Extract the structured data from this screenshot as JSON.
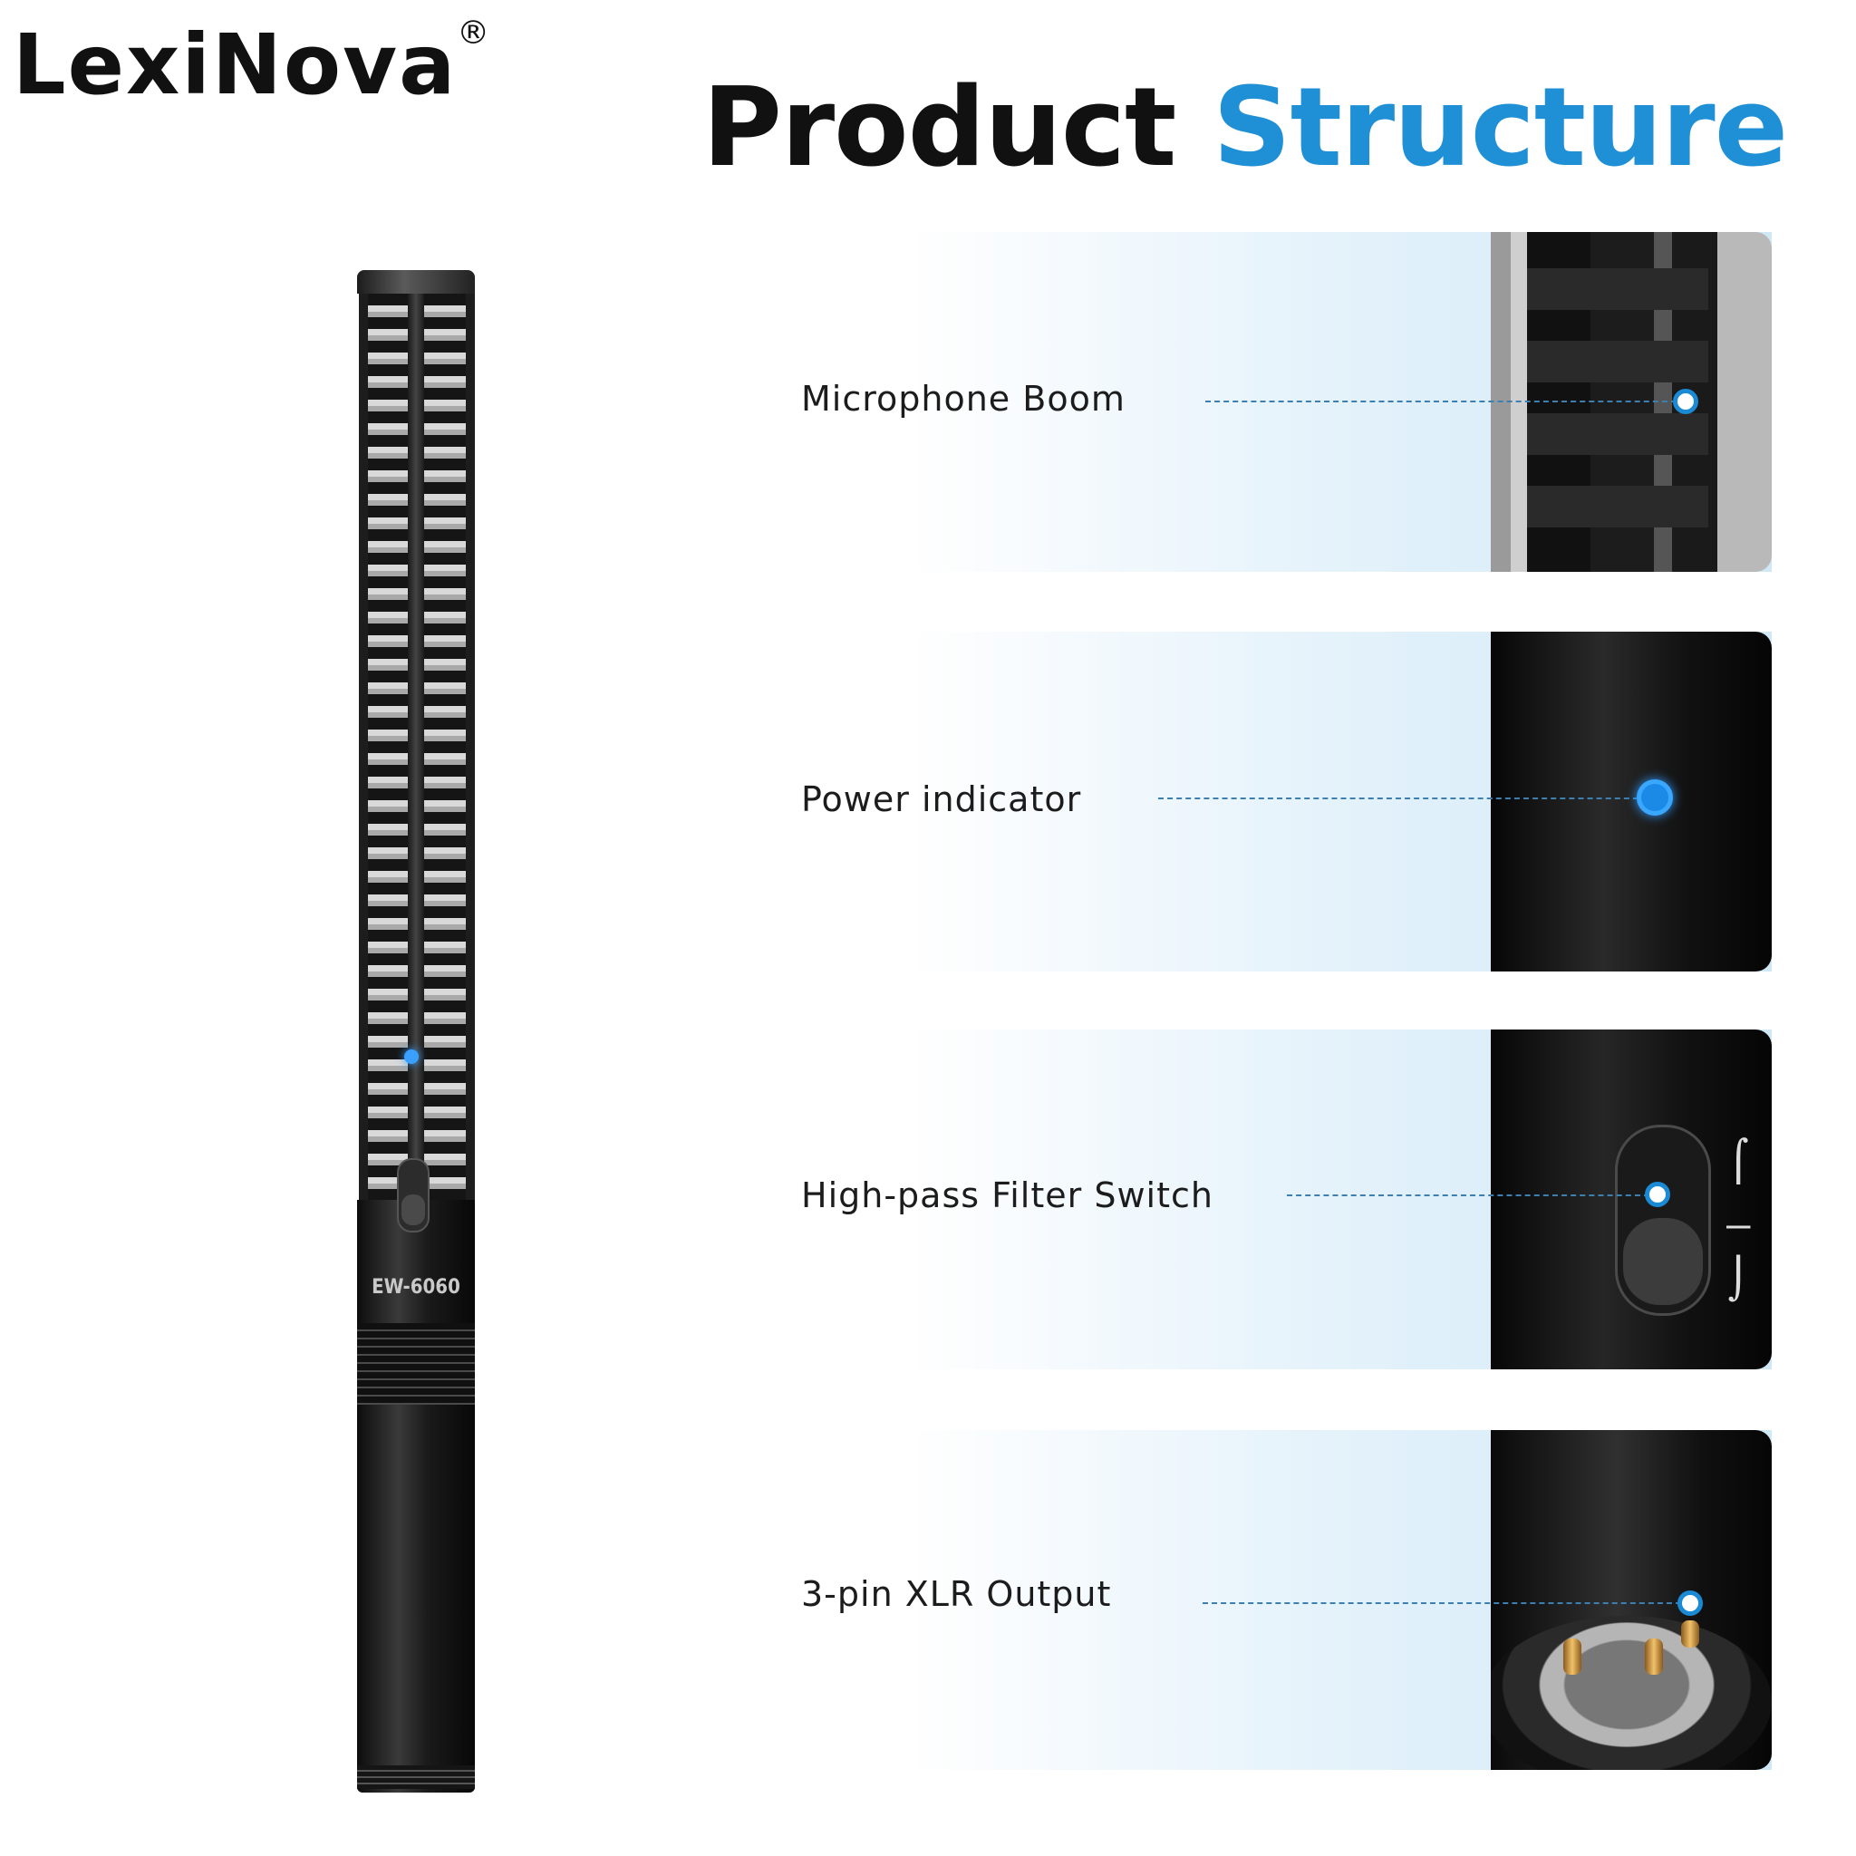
{
  "brand": {
    "name": "LexiNova",
    "mark": "®"
  },
  "title": {
    "part1": "Product",
    "part2": "Structure"
  },
  "microphone": {
    "model": "EW-6060"
  },
  "features": [
    {
      "label": "Microphone Boom"
    },
    {
      "label": "Power indicator"
    },
    {
      "label": "High-pass Filter Switch"
    },
    {
      "label": "3-pin XLR Output"
    }
  ],
  "colors": {
    "accent": "#1f8fd6",
    "text": "#1c1c1c",
    "panel": "#cfe8f6"
  }
}
